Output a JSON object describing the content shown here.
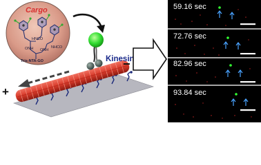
{
  "scheme": {
    "cargo_label": "Cargo",
    "nanosheet_label": "Tris-NTA-GO",
    "motor_label": "Kinesin-1",
    "plus_end": "+",
    "minus_end": "−",
    "chem_labels": {
      "hnco": "HNCO",
      "onh": "ONH",
      "nhco": "NHCO"
    }
  },
  "panels": [
    {
      "time": "59.16 sec"
    },
    {
      "time": "72.76 sec"
    },
    {
      "time": "82.96 sec"
    },
    {
      "time": "93.84 sec"
    }
  ],
  "colors": {
    "cargo_text": "#d83030",
    "motor_text": "#1a2a8a",
    "microtubule": "#d83a2a",
    "cargo_sphere": "#33dd33",
    "panel_bg": "#000000",
    "marker_arrow": "#4aa3ff",
    "scale_bar": "#ffffff"
  }
}
